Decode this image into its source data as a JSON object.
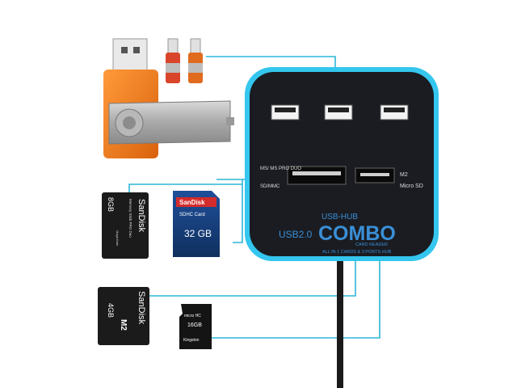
{
  "hub": {
    "brand_line1": "USB-HUB",
    "brand_line2": "COMBO",
    "usb_version": "USB2.0",
    "subtitle_line1": "CARD READER",
    "subtitle_line2": "ALL IN 1 CARDS & 3 PORTS HUB",
    "slot_left_top": "MS/ MS PRO DUO",
    "slot_left_bottom": "SD/MMC",
    "slot_right_top": "M2",
    "slot_right_bottom": "Micro SD"
  },
  "cards": {
    "ms_pro_duo": {
      "brand": "SanDisk",
      "capacity": "8GB",
      "type": "Memory Stick PRO Duo",
      "sub": "MagicGate"
    },
    "sdhc": {
      "brand": "SanDisk",
      "type": "SDHC Card",
      "capacity": "32 GB"
    },
    "m2": {
      "brand": "SanDisk",
      "capacity": "4GB",
      "type": "M2"
    },
    "microsd": {
      "capacity": "16GB",
      "type": "micro HC",
      "brand": "Kingston"
    }
  },
  "colors": {
    "connector_line": "#2bb5d8",
    "hub_body": "#1a1c22",
    "hub_glow": "#34c6ee",
    "hub_text": "#3a8fd6",
    "usb_orange": "#f07a1e",
    "usb_small_red": "#d8452a"
  }
}
